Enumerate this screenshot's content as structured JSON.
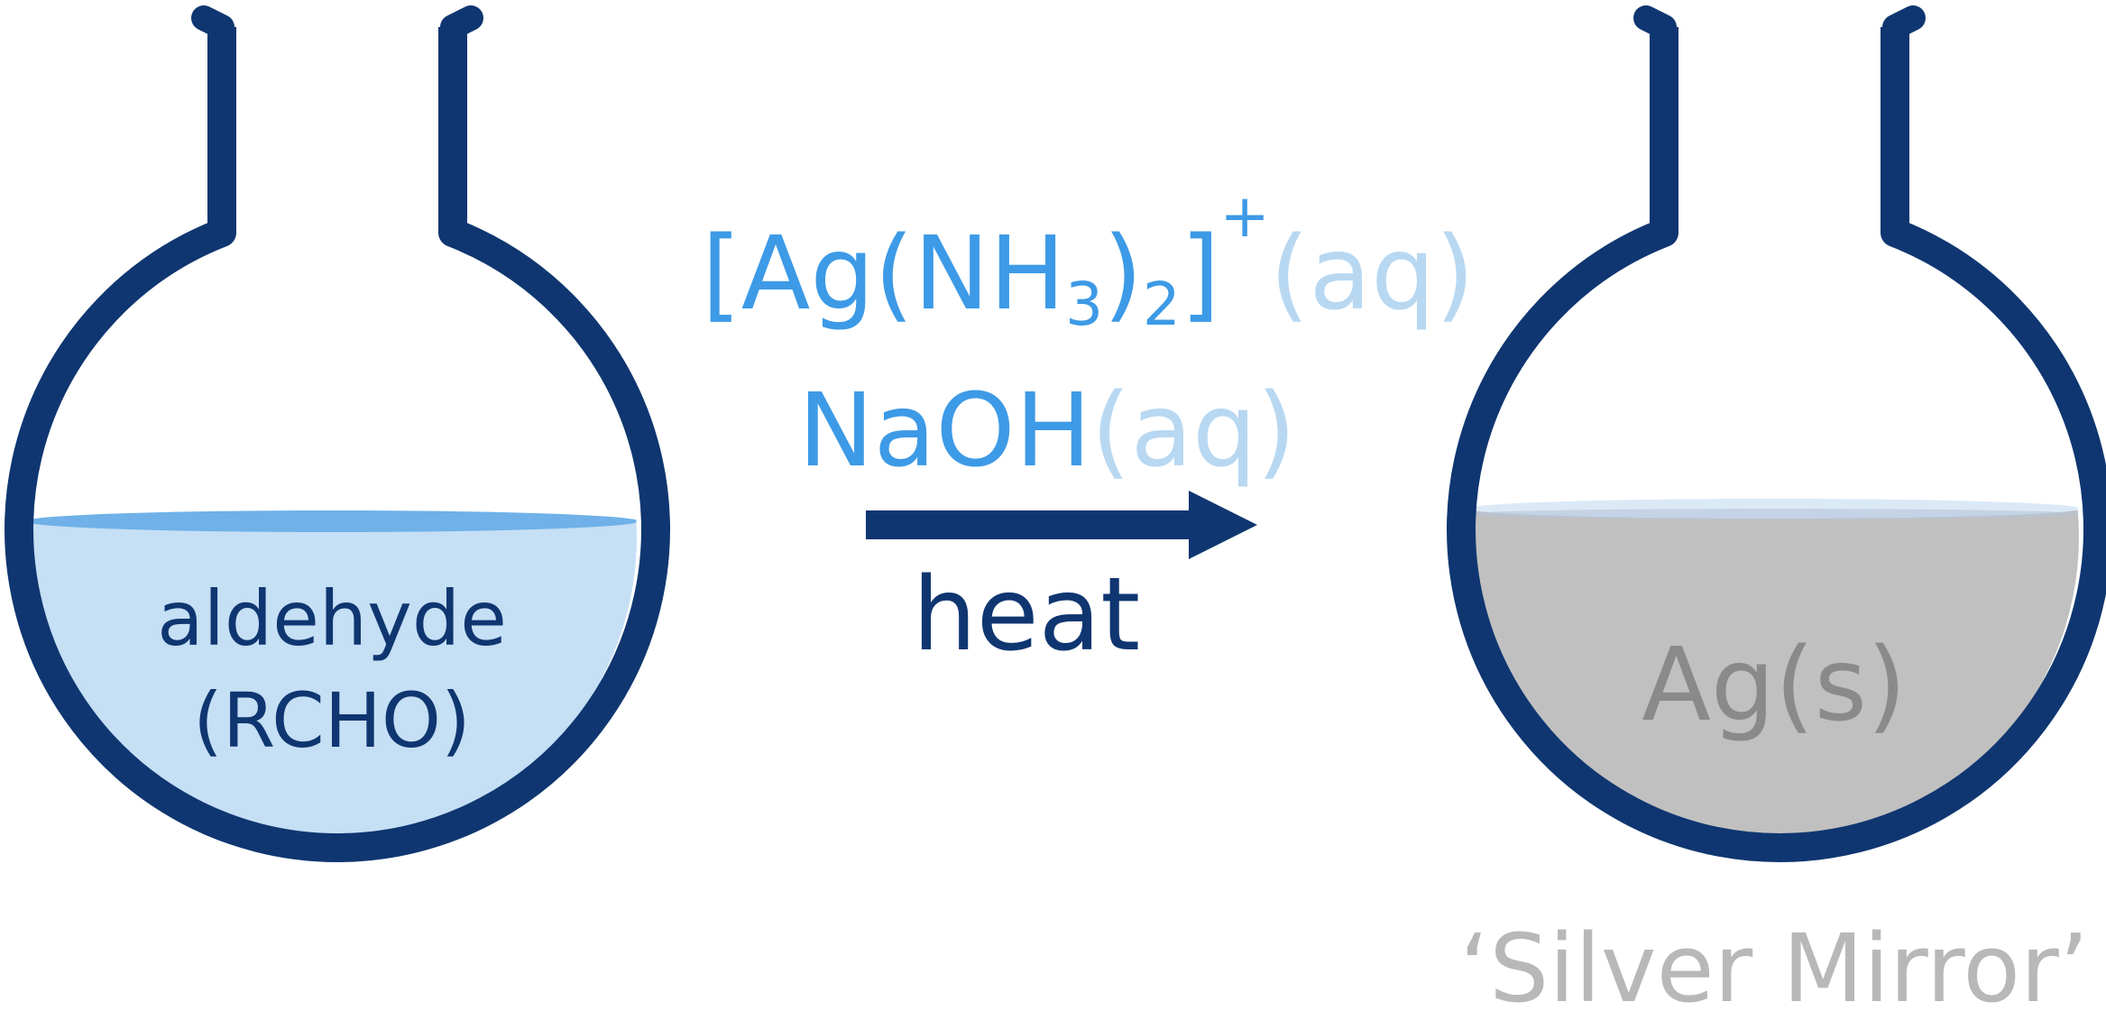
{
  "left_flask": {
    "line1": "aldehyde",
    "line2": "(RCHO)"
  },
  "reagents": {
    "complex_open": "[Ag(NH",
    "complex_sub3": "3",
    "complex_close": ")",
    "complex_sub2": "2",
    "complex_bracket": "]",
    "complex_charge": "+",
    "complex_state": "(aq)",
    "base": "NaOH",
    "base_state": "(aq)",
    "condition": "heat"
  },
  "right_flask": {
    "product": "Ag",
    "product_state": "(s)"
  },
  "caption": "‘Silver Mirror’",
  "colors": {
    "flask_outline": "#0f3670",
    "aldehyde_liquid": "#c5dff5",
    "aldehyde_surface": "#6fb1e8",
    "silver_liquid": "#c0c0c0",
    "silver_surface": "#dbe9f7",
    "reagent_blue": "#3d9ae6",
    "state_light_blue": "#b8d8f2",
    "dark_navy": "#0f3670",
    "grey_text": "#8a8a8a",
    "caption_grey": "#b8b8b8"
  }
}
